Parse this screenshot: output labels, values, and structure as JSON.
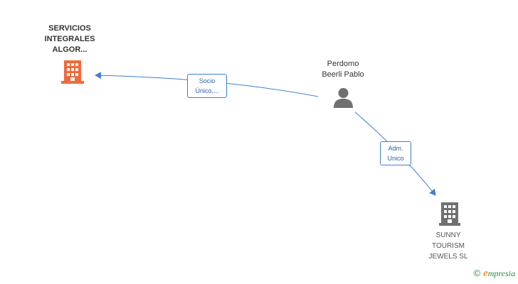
{
  "nodes": {
    "company_main": {
      "label": "SERVICIOS\nINTEGRALES\nALGOR...",
      "color": "#f26a3a",
      "icon": "building-icon"
    },
    "person": {
      "label": "Perdomo\nBeerli Pablo",
      "color": "#707070",
      "icon": "person-icon"
    },
    "company_secondary": {
      "label": "SUNNY\nTOURISM\nJEWELS SL",
      "color": "#707070",
      "icon": "building-icon"
    }
  },
  "edges": [
    {
      "from": "person",
      "to": "company_main",
      "label": "Socio\nÚnico,..."
    },
    {
      "from": "person",
      "to": "company_secondary",
      "label": "Adm.\nUnico"
    }
  ],
  "colors": {
    "edge": "#3f7fd0"
  },
  "brand": {
    "copyright": "©",
    "initial": "e",
    "name": "mpresia"
  }
}
